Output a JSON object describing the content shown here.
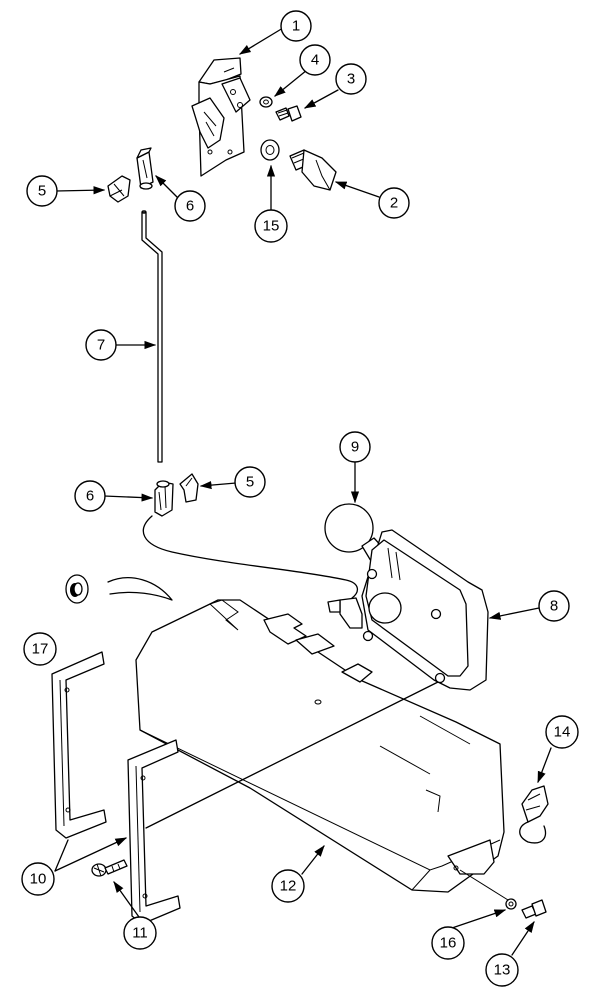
{
  "callouts": [
    {
      "id": "c1",
      "label": "1"
    },
    {
      "id": "c2",
      "label": "2"
    },
    {
      "id": "c3",
      "label": "3"
    },
    {
      "id": "c4",
      "label": "4"
    },
    {
      "id": "c5a",
      "label": "5"
    },
    {
      "id": "c5b",
      "label": "5"
    },
    {
      "id": "c6a",
      "label": "6"
    },
    {
      "id": "c6b",
      "label": "6"
    },
    {
      "id": "c7",
      "label": "7"
    },
    {
      "id": "c8",
      "label": "8"
    },
    {
      "id": "c9",
      "label": "9"
    },
    {
      "id": "c10",
      "label": "10"
    },
    {
      "id": "c11",
      "label": "11"
    },
    {
      "id": "c12",
      "label": "12"
    },
    {
      "id": "c13",
      "label": "13"
    },
    {
      "id": "c14",
      "label": "14"
    },
    {
      "id": "c15",
      "label": "15"
    },
    {
      "id": "c16",
      "label": "16"
    },
    {
      "id": "c17",
      "label": "17"
    }
  ]
}
